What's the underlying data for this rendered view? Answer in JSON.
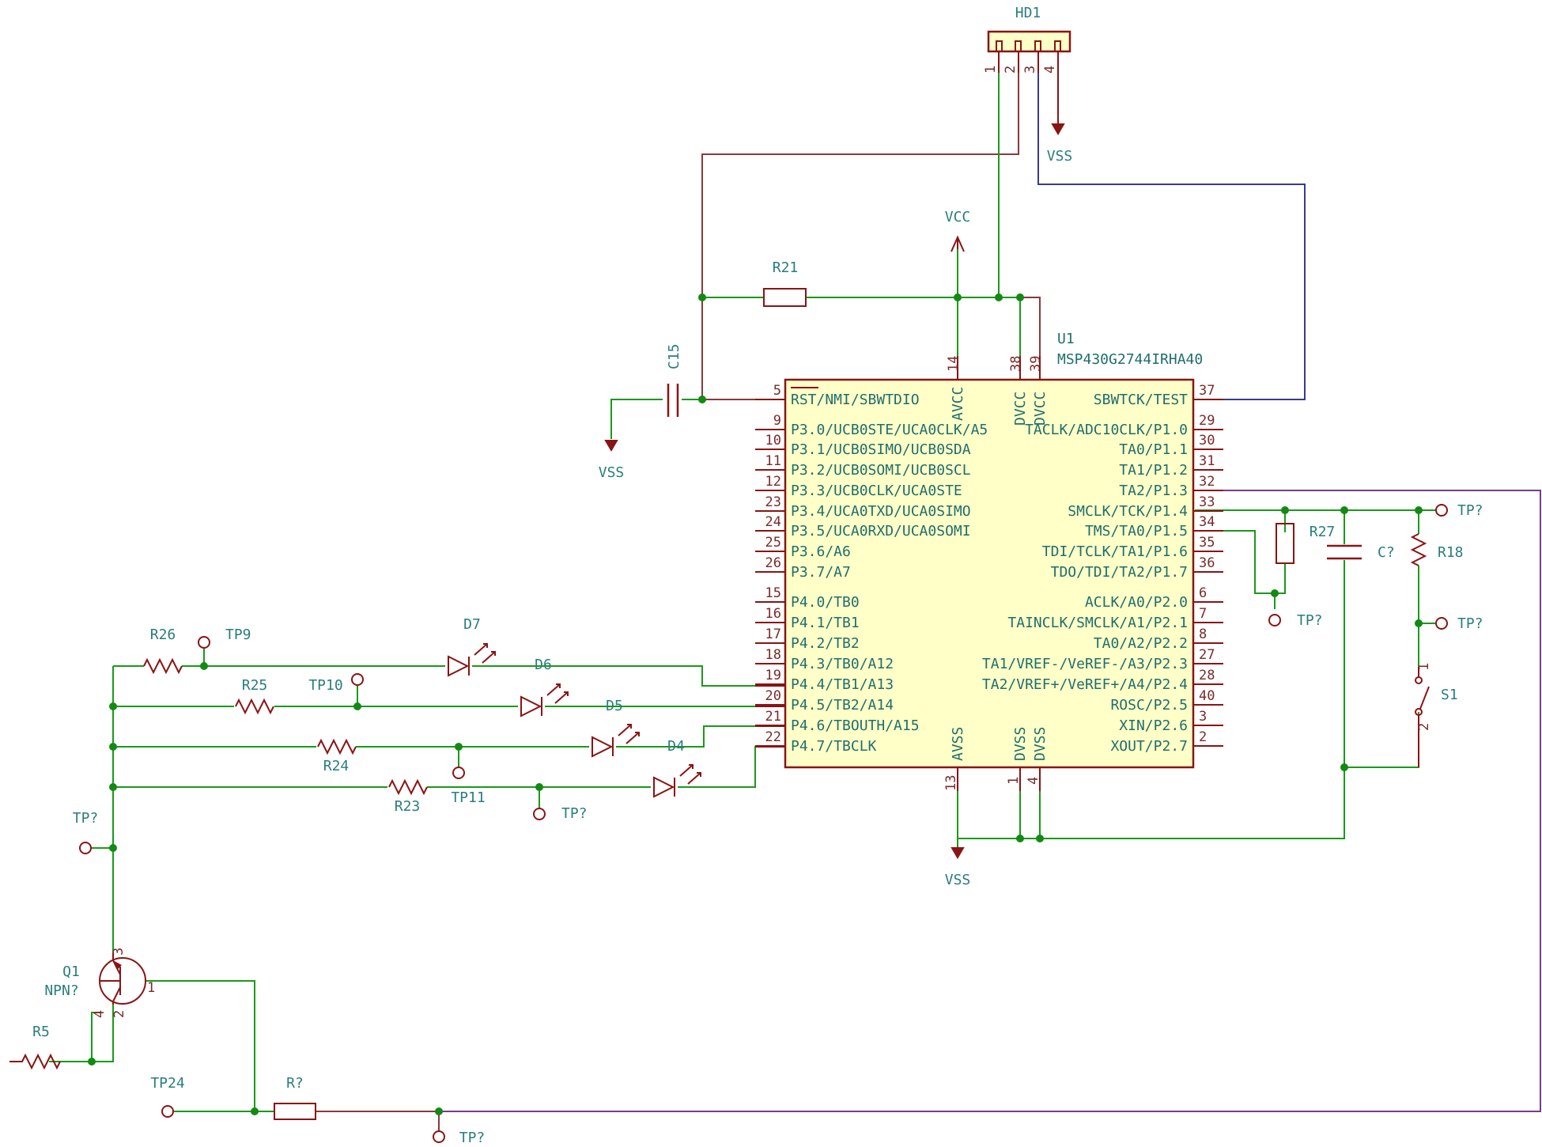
{
  "labels": {
    "hd1": "HD1",
    "hd1_pins": [
      "1",
      "2",
      "3",
      "4"
    ],
    "vss_top": "VSS",
    "vcc": "VCC",
    "r21": "R21",
    "u1_ref": "U1",
    "u1_part": "MSP430G2744IRHA40",
    "c15": "C15",
    "vss_left": "VSS",
    "vss_bottom": "VSS",
    "avcc": "AVCC",
    "dvcc1": "DVCC",
    "dvcc2": "DVCC",
    "pin14": "14",
    "pin38": "38",
    "pin39": "39",
    "avss": "AVSS",
    "dvss1": "DVSS",
    "dvss2": "DVSS",
    "pin13": "13",
    "pin1": "1",
    "pin4": "4",
    "r26": "R26",
    "tp9": "TP9",
    "d7": "D7",
    "d6": "D6",
    "r25": "R25",
    "tp10": "TP10",
    "d5": "D5",
    "r24": "R24",
    "d4": "D4",
    "tp11": "TP11",
    "r23": "R23",
    "tp_mid": "TP?",
    "tp_left": "TP?",
    "q1": "Q1",
    "q1_val": "NPN?",
    "q_p3": "3",
    "q_p1": "1",
    "q_p4": "4",
    "q_p2": "2",
    "r5": "R5",
    "tp24": "TP24",
    "r_bot": "R?",
    "tp_bot": "TP?",
    "r27": "R27",
    "c_q": "C?",
    "r18": "R18",
    "tp_r1": "TP?",
    "tp_r2": "TP?",
    "tp_r3": "TP?",
    "s1": "S1",
    "s1_p1": "1",
    "s1_p2": "2"
  },
  "left_pins": [
    {
      "num": "5",
      "name": "RST/NMI/SBWTDIO"
    },
    {
      "num": "9",
      "name": "P3.0/UCB0STE/UCA0CLK/A5"
    },
    {
      "num": "10",
      "name": "P3.1/UCB0SIMO/UCB0SDA"
    },
    {
      "num": "11",
      "name": "P3.2/UCB0SOMI/UCB0SCL"
    },
    {
      "num": "12",
      "name": "P3.3/UCB0CLK/UCA0STE"
    },
    {
      "num": "23",
      "name": "P3.4/UCA0TXD/UCA0SIMO"
    },
    {
      "num": "24",
      "name": "P3.5/UCA0RXD/UCA0SOMI"
    },
    {
      "num": "25",
      "name": "P3.6/A6"
    },
    {
      "num": "26",
      "name": "P3.7/A7"
    },
    {
      "num": "15",
      "name": "P4.0/TB0"
    },
    {
      "num": "16",
      "name": "P4.1/TB1"
    },
    {
      "num": "17",
      "name": "P4.2/TB2"
    },
    {
      "num": "18",
      "name": "P4.3/TB0/A12"
    },
    {
      "num": "19",
      "name": "P4.4/TB1/A13"
    },
    {
      "num": "20",
      "name": "P4.5/TB2/A14"
    },
    {
      "num": "21",
      "name": "P4.6/TBOUTH/A15"
    },
    {
      "num": "22",
      "name": "P4.7/TBCLK"
    }
  ],
  "right_pins": [
    {
      "num": "37",
      "name": "SBWTCK/TEST"
    },
    {
      "num": "29",
      "name": "TACLK/ADC10CLK/P1.0"
    },
    {
      "num": "30",
      "name": "TA0/P1.1"
    },
    {
      "num": "31",
      "name": "TA1/P1.2"
    },
    {
      "num": "32",
      "name": "TA2/P1.3"
    },
    {
      "num": "33",
      "name": "SMCLK/TCK/P1.4"
    },
    {
      "num": "34",
      "name": "TMS/TA0/P1.5"
    },
    {
      "num": "35",
      "name": "TDI/TCLK/TA1/P1.6"
    },
    {
      "num": "36",
      "name": "TDO/TDI/TA2/P1.7"
    },
    {
      "num": "6",
      "name": "ACLK/A0/P2.0"
    },
    {
      "num": "7",
      "name": "TAINCLK/SMCLK/A1/P2.1"
    },
    {
      "num": "8",
      "name": "TA0/A2/P2.2"
    },
    {
      "num": "27",
      "name": "TA1/VREF-/VeREF-/A3/P2.3"
    },
    {
      "num": "28",
      "name": "TA2/VREF+/VeREF+/A4/P2.4"
    },
    {
      "num": "40",
      "name": "ROSC/P2.5"
    },
    {
      "num": "3",
      "name": "XIN/P2.6"
    },
    {
      "num": "2",
      "name": "XOUT/P2.7"
    }
  ]
}
